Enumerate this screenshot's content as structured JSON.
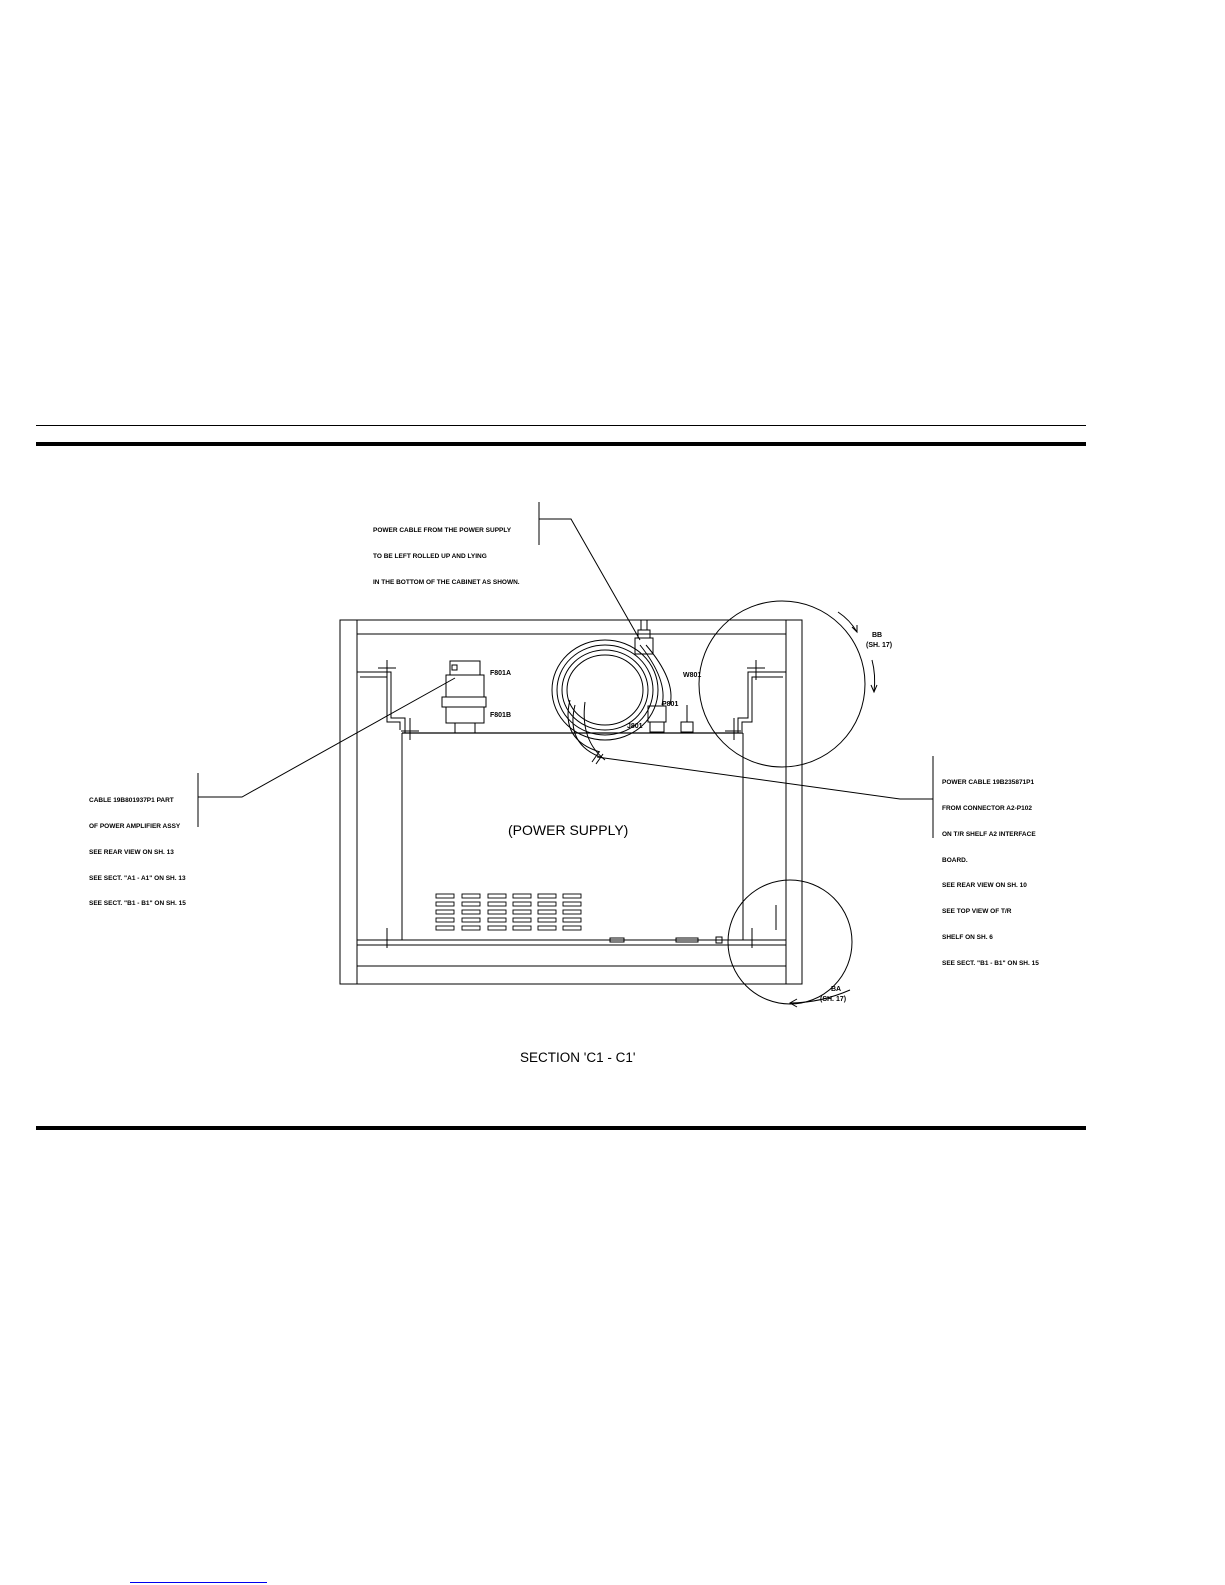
{
  "notes": {
    "top": [
      "POWER CABLE FROM THE POWER SUPPLY",
      "TO BE LEFT ROLLED UP AND LYING",
      "IN THE BOTTOM OF THE CABINET AS SHOWN."
    ],
    "left": [
      "CABLE 19B801937P1 PART",
      "OF POWER AMPLIFIER ASSY",
      "SEE REAR VIEW ON SH. 13",
      "SEE SECT. \"A1 - A1\" ON SH. 13",
      "SEE SECT. \"B1 - B1\" ON SH. 15"
    ],
    "right": [
      "POWER CABLE 19B235871P1",
      "FROM CONNECTOR A2-P102",
      "ON T/R SHELF A2 INTERFACE",
      "BOARD.",
      "SEE REAR VIEW ON SH. 10",
      "SEE TOP VIEW OF T/R",
      "SHELF ON SH. 6",
      "SEE SECT. \"B1 - B1\" ON SH. 15"
    ]
  },
  "labels": {
    "f801a": "F801A",
    "f801b": "F801B",
    "w801": "W801",
    "p801": "P801",
    "j801": "J801",
    "bb": "BB",
    "bb_ref": "(SH. 17)",
    "ba": "BA",
    "ba_ref": "(SH. 17)",
    "power_supply": "(POWER SUPPLY)",
    "section": "SECTION 'C1 - C1'"
  },
  "colors": {
    "ink": "#000000",
    "link": "#0000ee"
  }
}
